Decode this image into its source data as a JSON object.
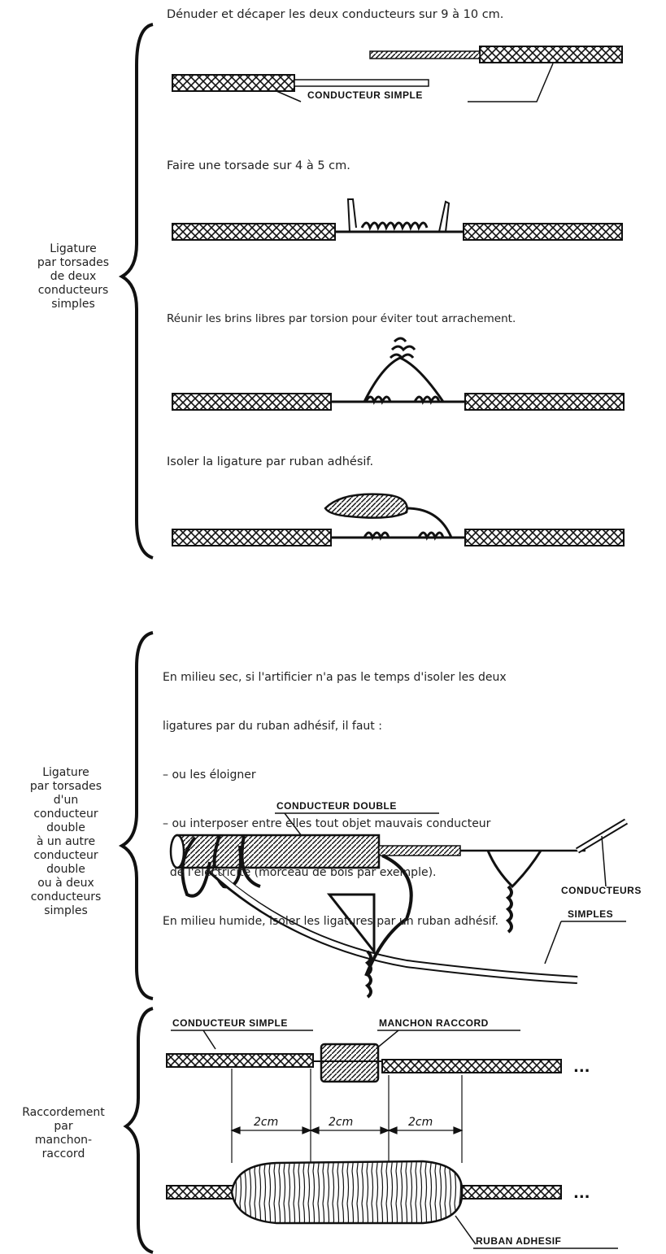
{
  "section1": {
    "side_label": [
      "Ligature",
      "par torsades",
      "de deux",
      "conducteurs",
      "simples"
    ],
    "steps": [
      "Dénuder et décaper les deux conducteurs sur 9 à 10 cm.",
      "Faire une torsade sur 4 à 5 cm.",
      "Réunir les brins libres par torsion pour éviter tout arrachement.",
      "Isoler la ligature par ruban adhésif."
    ],
    "label_conducteur_simple": "CONDUCTEUR SIMPLE"
  },
  "section2": {
    "side_label": [
      "Ligature",
      "par torsades",
      "d'un",
      "conducteur",
      "double",
      "à un autre",
      "conducteur",
      "double",
      "ou à deux",
      "conducteurs",
      "simples"
    ],
    "para": [
      "En milieu sec, si l'artificier n'a pas le temps d'isoler les deux",
      "ligatures par du ruban adhésif, il faut :",
      "– ou les éloigner",
      "– ou interposer entre elles tout objet mauvais conducteur",
      "  de l'électricité (morceau de bois par exemple).",
      "En milieu humide, isoler les ligatures par un ruban adhésif."
    ],
    "label_conducteur_double": "CONDUCTEUR DOUBLE",
    "label_conducteurs": "CONDUCTEURS",
    "label_simples": "SIMPLES"
  },
  "section3": {
    "side_label": [
      "Raccordement",
      "par",
      "manchon-",
      "raccord"
    ],
    "label_conducteur_simple": "CONDUCTEUR SIMPLE",
    "label_manchon": "MANCHON RACCORD",
    "dim_1": "2cm",
    "dim_2": "2cm",
    "dim_3": "2cm",
    "ellipsis_1": "...",
    "ellipsis_2": "...",
    "label_ruban": "RUBAN ADHESIF"
  }
}
